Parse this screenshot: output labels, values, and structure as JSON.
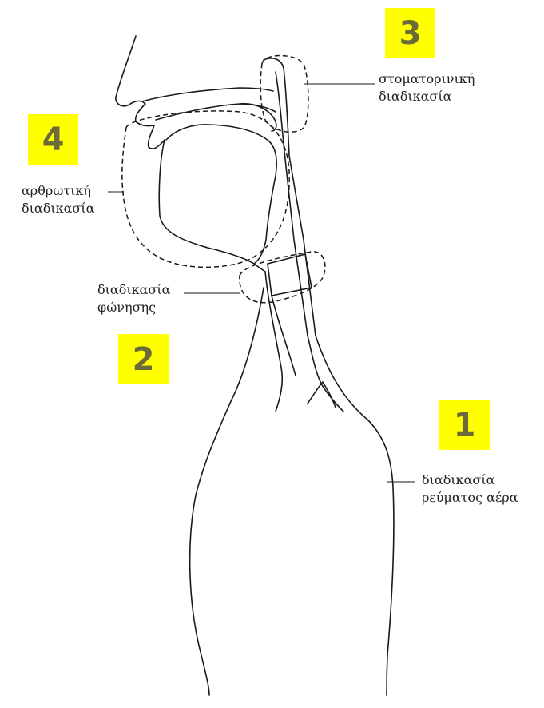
{
  "colors": {
    "badge_fill": "#ffff00",
    "badge_text": "#6b6b3a",
    "line": "#1a1a1a"
  },
  "processes": [
    {
      "number": "1",
      "label_line1": "διαδικασία",
      "label_line2": "ρεύματος αέρα"
    },
    {
      "number": "2",
      "label_line1": "διαδικασία",
      "label_line2": "φώνησης"
    },
    {
      "number": "3",
      "label_line1": "στοματορινική",
      "label_line2": "διαδικασία"
    },
    {
      "number": "4",
      "label_line1": "αρθρωτική",
      "label_line2": "διαδικασία"
    }
  ]
}
